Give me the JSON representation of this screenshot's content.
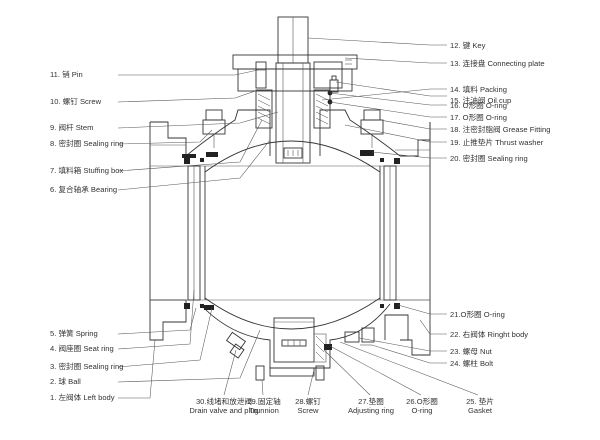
{
  "labels_right": [
    {
      "id": "12",
      "text": "12. 键 Key"
    },
    {
      "id": "13",
      "text": "13. 连接盘 Connecting plate"
    },
    {
      "id": "14",
      "text": "14. 填料 Packing"
    },
    {
      "id": "15",
      "text": "15. 注油阀 Oil cup"
    },
    {
      "id": "16",
      "text": "16. O形圈 O-ring"
    },
    {
      "id": "17",
      "text": "17. O形圈 O-ring"
    },
    {
      "id": "18",
      "text": "18. 注密封脂阀 Grease Fitting"
    },
    {
      "id": "19",
      "text": "19. 止推垫片 Thrust washer"
    },
    {
      "id": "20",
      "text": "20. 密封圈 Sealing ring"
    },
    {
      "id": "21",
      "text": "21.O形圈 O-ring"
    },
    {
      "id": "22",
      "text": "22. 右阀体 Ringht body"
    },
    {
      "id": "23",
      "text": "23. 螺母 Nut"
    },
    {
      "id": "24",
      "text": "24. 螺柱 Bolt"
    }
  ],
  "labels_left": [
    {
      "id": "11",
      "text": "11. 销 Pin"
    },
    {
      "id": "10",
      "text": "10. 螺钉 Screw"
    },
    {
      "id": "9",
      "text": "9. 阀杆 Stem"
    },
    {
      "id": "8",
      "text": "8. 密封圈 Sealing ring"
    },
    {
      "id": "7",
      "text": "7. 填料箱 Stuffing box"
    },
    {
      "id": "6",
      "text": "6. 复合轴承 Bearing"
    },
    {
      "id": "5",
      "text": "5. 弹簧 Spring"
    },
    {
      "id": "4",
      "text": "4. 阀座圈 Seat ring"
    },
    {
      "id": "3",
      "text": "3. 密封圈 Sealing ring"
    },
    {
      "id": "2",
      "text": "2. 球 Ball"
    },
    {
      "id": "1",
      "text": "1. 左阀体 Left body"
    }
  ],
  "labels_bottom": [
    {
      "id": "30",
      "line1": "30.线堵和放泄阀",
      "line2": "Drain valve and plug"
    },
    {
      "id": "29",
      "line1": "29.固定轴",
      "line2": "Trunnion"
    },
    {
      "id": "28",
      "line1": "28.螺钉",
      "line2": "Screw"
    },
    {
      "id": "27",
      "line1": "27.垫圈",
      "line2": "Adjusting ring"
    },
    {
      "id": "26",
      "line1": "26.O形圈",
      "line2": "O-ring"
    },
    {
      "id": "25",
      "line1": "25. 垫片",
      "line2": "Gasket"
    }
  ]
}
